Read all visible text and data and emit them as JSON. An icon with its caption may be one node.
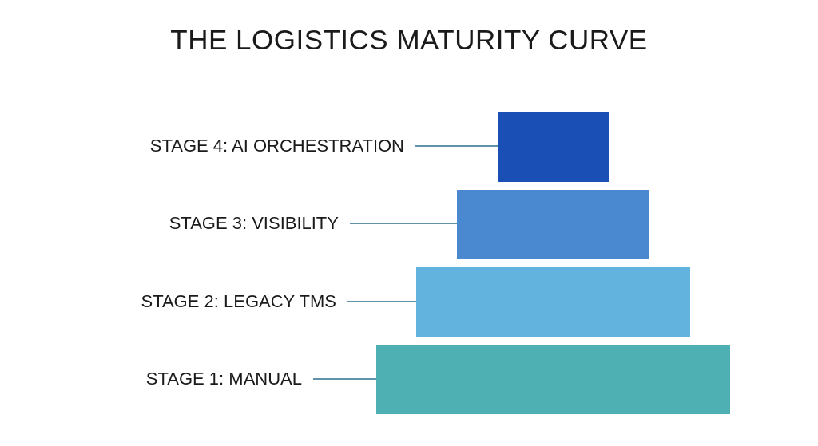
{
  "diagram": {
    "title": "THE LOGISTICS MATURITY CURVE",
    "nodes": [
      {
        "text": [
          "STAGE 4: AI ORCHESTRATION"
        ]
      },
      {
        "text": [],
        "shape": "bar"
      },
      {
        "text": [
          "STAGE 3: VISIBILITY"
        ]
      },
      {
        "text": [],
        "shape": "bar"
      },
      {
        "text": [
          "STAGE 2: LEGACY TMS"
        ]
      },
      {
        "text": [],
        "shape": "bar"
      },
      {
        "text": [
          "STAGE 1: MANUAL"
        ]
      },
      {
        "text": [],
        "shape": "bar"
      }
    ],
    "edges": [
      {
        "from": 0,
        "to": 1,
        "arrow": "none"
      },
      {
        "from": 2,
        "to": 3,
        "arrow": "none"
      },
      {
        "from": 4,
        "to": 5,
        "arrow": "none"
      },
      {
        "from": 6,
        "to": 7,
        "arrow": "none"
      }
    ]
  }
}
